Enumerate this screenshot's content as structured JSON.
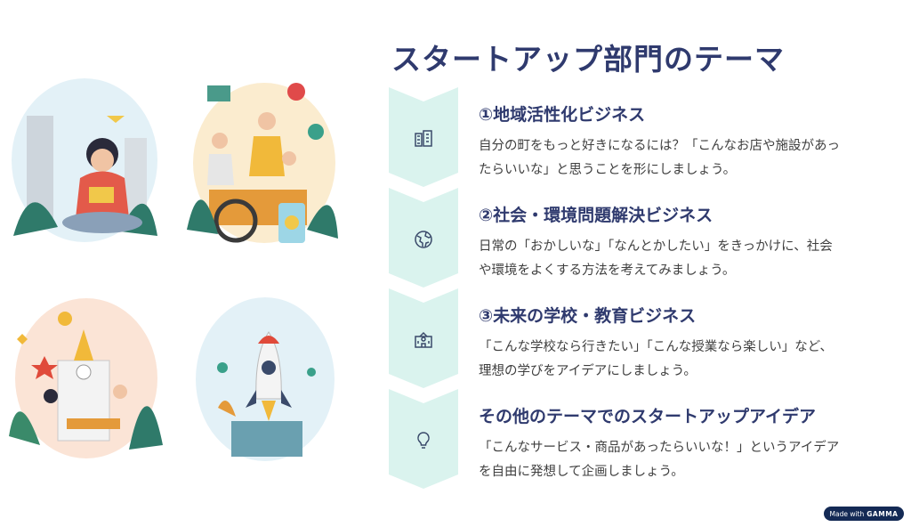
{
  "title": "スタートアップ部門のテーマ",
  "themes": [
    {
      "icon": "building-icon",
      "heading": "①地域活性化ビジネス",
      "body1": "自分の町をもっと好きになるには？「こんなお店や施設があっ",
      "body2": "たらいいな」と思うことを形にしましょう。"
    },
    {
      "icon": "globe-icon",
      "heading": "②社会・環境問題解決ビジネス",
      "body1": "日常の「おかしいな」「なんとかしたい」をきっかけに、社会",
      "body2": "や環境をよくする方法を考えてみましょう。"
    },
    {
      "icon": "school-icon",
      "heading": "③未来の学校・教育ビジネス",
      "body1": "「こんな学校なら行きたい」「こんな授業なら楽しい」など、",
      "body2": "理想の学びをアイデアにしましょう。"
    },
    {
      "icon": "lightbulb-icon",
      "heading": "その他のテーマでのスタートアップアイデア",
      "body1": "「こんなサービス・商品があったらいいな！」というアイデア",
      "body2": "を自由に発想して企画しましょう。"
    }
  ],
  "colors": {
    "accent": "#2f3a6e",
    "chevron": "#daf3ee"
  },
  "badge": {
    "made_with": "Made with",
    "brand": "GAMMA"
  }
}
